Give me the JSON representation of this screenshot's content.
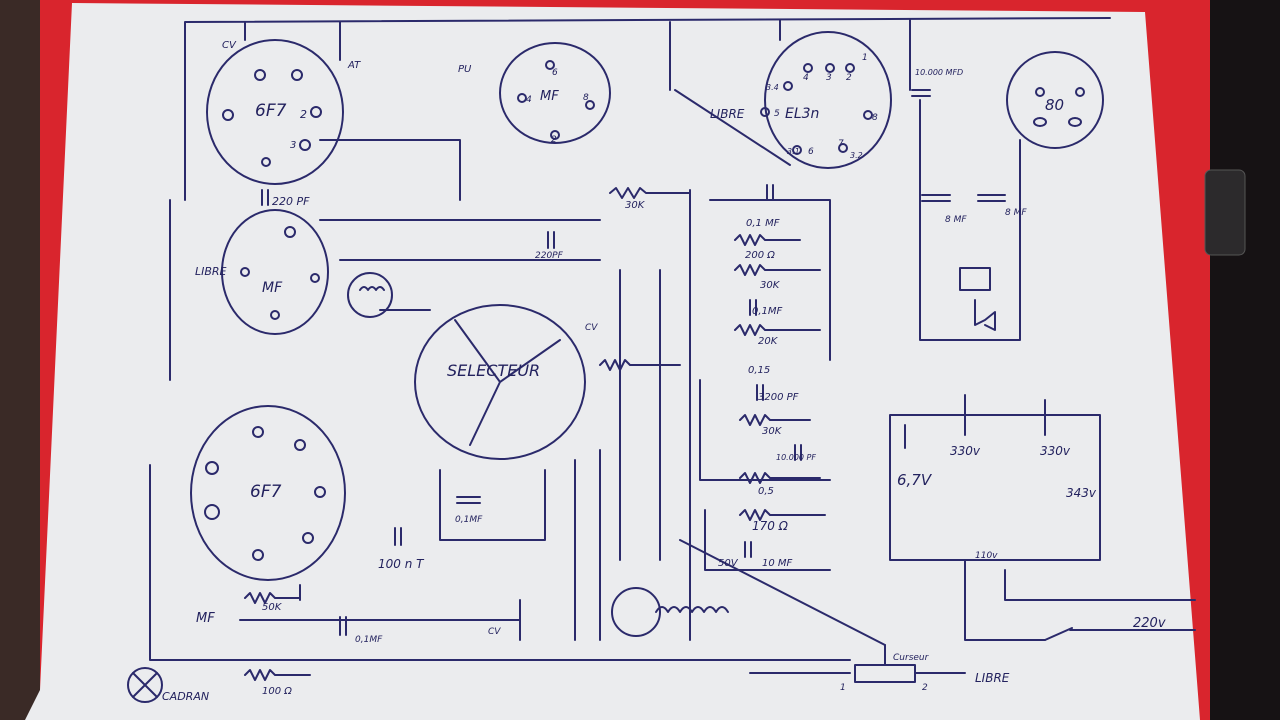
{
  "schematic": {
    "tubes": {
      "t6f7_top": "6F7",
      "mf_top": "MF",
      "el3n": "EL3n",
      "r80": "80",
      "mf_mid": "MF",
      "t6f7_bottom": "6F7"
    },
    "selector": "SELECTEUR",
    "labels": {
      "cv_top": "CV",
      "at": "AT",
      "pu": "PU",
      "libre_el3": "LIBRE",
      "libre_mf": "LIBRE",
      "libre_pot": "LIBRE",
      "cadran": "CADRAN",
      "mf_bottom": "MF",
      "cursor": "Curseur",
      "v220": "220v",
      "v67": "6,7V",
      "v330a": "330v",
      "v330b": "330v",
      "v343": "343v",
      "v110": "110v",
      "cv_mid": "CV",
      "cv_bottom": "CV",
      "pot_1": "1",
      "pot_2": "2"
    },
    "values": {
      "c220pf_top": "220 PF",
      "c220pf_mid": "220PF",
      "r30k_top": "30K",
      "c01mf_a": "0,1 MF",
      "r200": "200 Ω",
      "r30k_b": "30K",
      "c01mf_b": "0,1MF",
      "r20k": "20K",
      "r015": "0,15",
      "c3200pf": "3200 PF",
      "r30k_c": "30K",
      "c10000pf": "10.000 PF",
      "r05": "0,5",
      "r170": "170 Ω",
      "c10mf": "10 MF",
      "v50": "50V",
      "c01mf_c": "0,1MF",
      "c100nt": "100 n T",
      "c01mf_d": "0,1MF",
      "r50k": "50K",
      "r100": "100 Ω",
      "cap10000mfd": "10.000 MFD",
      "cap8mf_a": "8 MF",
      "cap8mf_b": "8 MF"
    },
    "pins": {
      "el3_4": "4",
      "el3_3": "3",
      "el3_2": "2",
      "el3_1": "1",
      "el3_34": "3.4",
      "el3_5": "5",
      "el3_8": "8",
      "el3_31": "3.1",
      "el3_6": "6",
      "el3_7": "7",
      "el3_32": "3.2",
      "mf_6": "6",
      "mf_4": "4",
      "mf_8": "8",
      "mf_2": "2",
      "f7_2": "2",
      "f7_3": "3"
    }
  }
}
